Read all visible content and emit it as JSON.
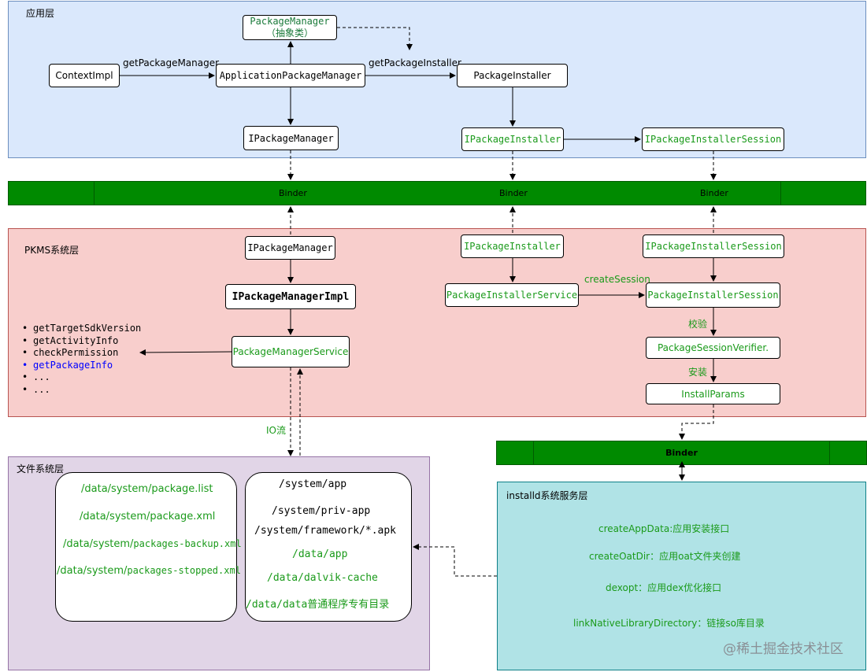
{
  "app_layer": {
    "title": "应用层",
    "package_manager": "PackageManager",
    "package_manager_sub": "（抽象类）",
    "context_impl": "ContextImpl",
    "get_package_manager": "getPackageManager",
    "application_package_manager": "ApplicationPackageManager",
    "get_package_installer": "getPackageInstaller",
    "package_installer": "PackageInstaller",
    "ipackage_manager": "IPackageManager",
    "ipackage_installer": "IPackageInstaller",
    "ipackage_installer_session": "IPackageInstallerSession"
  },
  "binder_bar": {
    "label1": "Binder",
    "label2": "Binder",
    "label3": "Binder"
  },
  "pkms_layer": {
    "title": "PKMS系统层",
    "ipackage_manager": "IPackageManager",
    "ipackage_manager_impl": "IPackageManagerImpl",
    "package_manager_service": "PackageManagerService",
    "ipackage_installer": "IPackageInstaller",
    "package_installer_service": "PackageInstallerService",
    "create_session": "createSession",
    "ipackage_installer_session": "IPackageInstallerSession",
    "package_installer_session": "PackageInstallerSession",
    "verify_label": "校验",
    "package_session_verifier": "PackageSessionVerifier.",
    "install_label": "安装",
    "install_params": "InstallParams",
    "methods": [
      "getTargetSdkVersion",
      "getActivityInfo",
      "checkPermission",
      "getPackageInfo",
      "...",
      "..."
    ]
  },
  "io_label": "IO流",
  "fs_layer": {
    "title": "文件系统层",
    "files_left": [
      {
        "prefix": "/data/system/",
        "name": "package.list"
      },
      {
        "prefix": "/data/system/",
        "name": "package.xml"
      },
      {
        "prefix": "/data/system/",
        "name": "packages-backup.xml"
      },
      {
        "prefix": "/data/system/",
        "name": "packages-stopped.xml"
      }
    ],
    "dirs_right": [
      "/system/app",
      "/system/priv-app",
      "/system/framework/*.apk",
      "/data/app",
      "/data/dalvik-cache",
      "/data/data",
      "普通程序专有目录"
    ]
  },
  "binder_installd": "Binder",
  "installd_layer": {
    "title": "installd系统服务层",
    "items": [
      "createAppData:应用安装接口",
      "createOatDir：应用oat文件夹创建",
      "dexopt：应用dex优化接口",
      "linkNativeLibraryDirectory：链接so库目录"
    ]
  },
  "watermark": "@稀土掘金技术社区",
  "colors": {
    "app_layer_bg": "#dae8fc",
    "pkms_layer_bg": "#f8cecc",
    "fs_layer_bg": "#e1d5e7",
    "installd_layer_bg": "#b0e3e6",
    "binder_green": "#008a00",
    "green_text": "#1a9a1a",
    "blue_text": "#0000ff"
  }
}
